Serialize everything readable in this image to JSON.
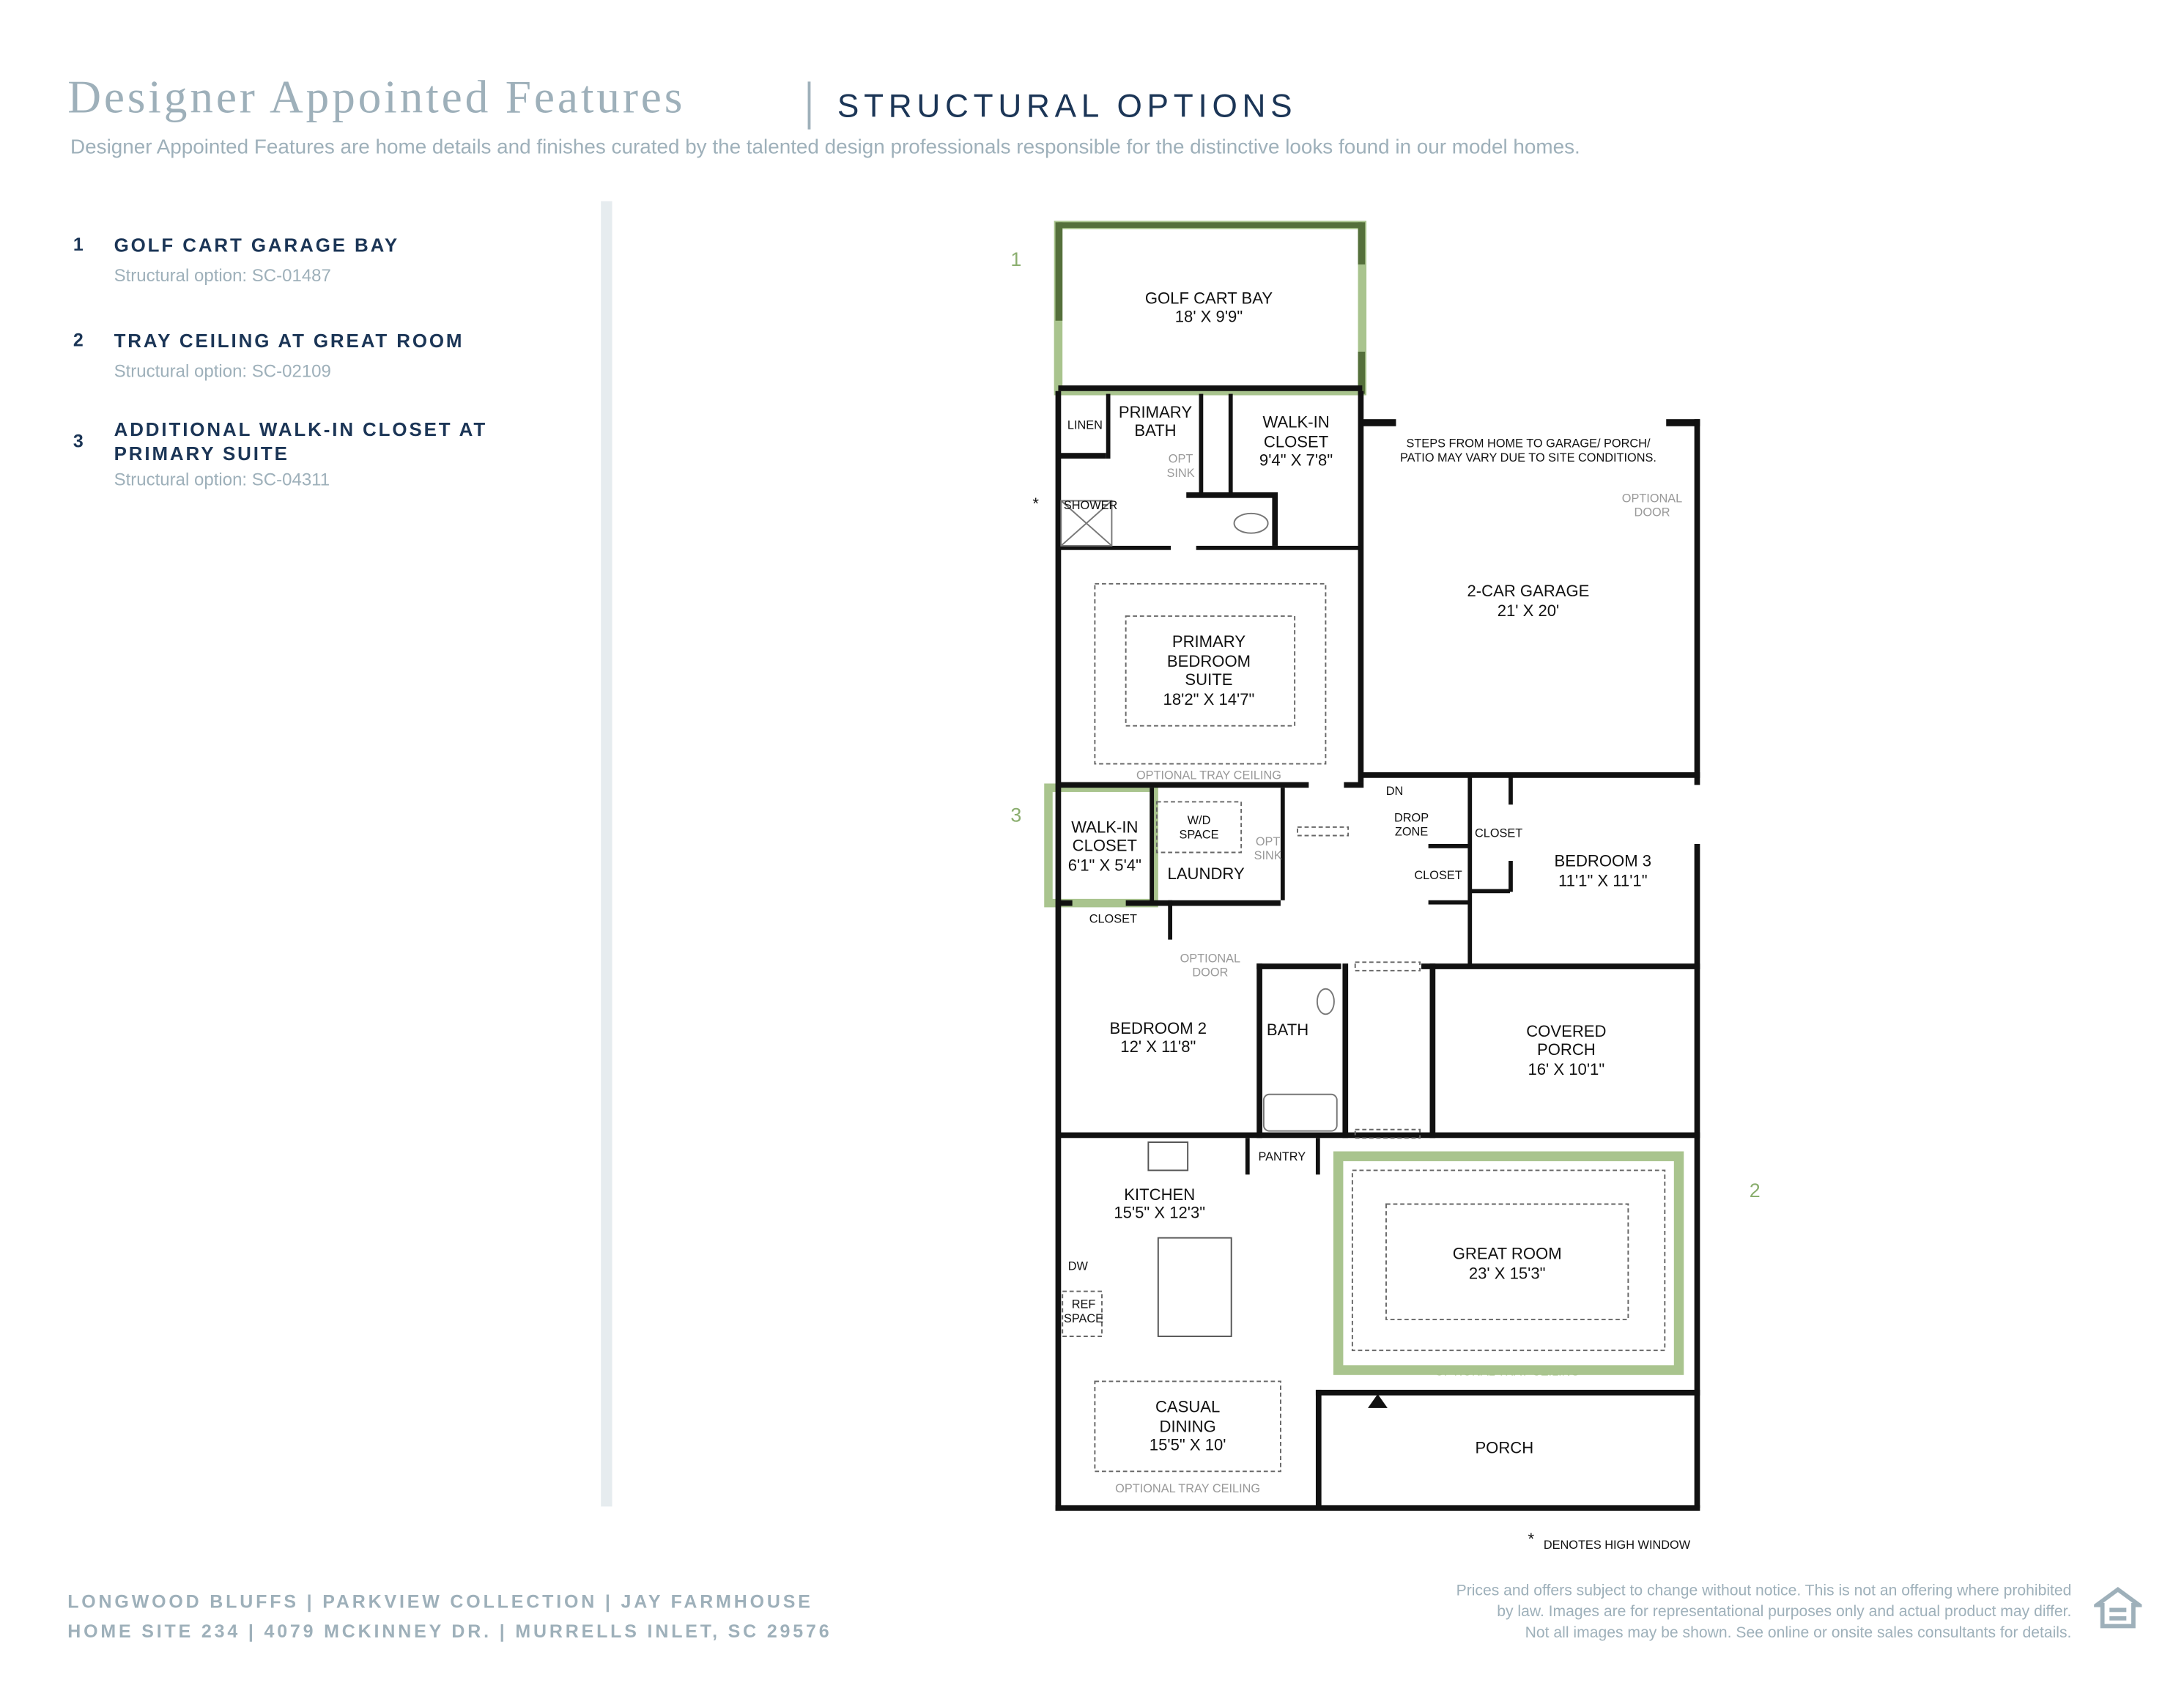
{
  "header": {
    "title": "Designer Appointed Features",
    "subtitle": "STRUCTURAL OPTIONS",
    "description": "Designer Appointed Features are home details and finishes curated by the talented design professionals responsible for the distinctive looks found in our model homes."
  },
  "options": [
    {
      "number": "1",
      "name": "GOLF CART GARAGE BAY",
      "code": "Structural option: SC-01487"
    },
    {
      "number": "2",
      "name": "TRAY CEILING AT GREAT ROOM",
      "code": "Structural option: SC-02109"
    },
    {
      "number": "3",
      "name": "ADDITIONAL WALK-IN CLOSET AT PRIMARY SUITE",
      "code": "Structural option: SC-04311"
    }
  ],
  "plan": {
    "golf_cart": [
      "GOLF CART BAY",
      "18' X 9'9\""
    ],
    "primary_bath": [
      "PRIMARY",
      "BATH"
    ],
    "linen": "LINEN",
    "opt_sink": [
      "OPT",
      "SINK"
    ],
    "walkin1": [
      "WALK-IN",
      "CLOSET",
      "9'4\" X 7'8\""
    ],
    "steps_note": [
      "STEPS FROM HOME TO GARAGE/ PORCH/",
      "PATIO MAY VARY DUE TO SITE CONDITIONS."
    ],
    "optional_door": [
      "OPTIONAL",
      "DOOR"
    ],
    "shower": "SHOWER",
    "asterisk": "*",
    "garage": [
      "2-CAR GARAGE",
      "21' X 20'"
    ],
    "primary_bed": [
      "PRIMARY",
      "BEDROOM",
      "SUITE",
      "18'2\" X 14'7\""
    ],
    "tray": "OPTIONAL TRAY CEILING",
    "walkin2": [
      "WALK-IN",
      "CLOSET",
      "6'1\" X 5'4\""
    ],
    "wd": [
      "W/D",
      "SPACE"
    ],
    "laundry": "LAUNDRY",
    "dn": "DN",
    "drop_zone": [
      "DROP",
      "ZONE"
    ],
    "closet": "CLOSET",
    "bedroom3": [
      "BEDROOM 3",
      "11'1\" X 11'1\""
    ],
    "bedroom2": [
      "BEDROOM 2",
      "12' X 11'8\""
    ],
    "bath": "BATH",
    "covered_porch": [
      "COVERED",
      "PORCH",
      "16' X 10'1\""
    ],
    "pantry": "PANTRY",
    "kitchen": [
      "KITCHEN",
      "15'5\" X 12'3\""
    ],
    "dw": "DW",
    "ref": [
      "REF",
      "SPACE"
    ],
    "great_room": [
      "GREAT ROOM",
      "23' X 15'3\""
    ],
    "casual_dining": [
      "CASUAL",
      "DINING",
      "15'5\" X 10'"
    ],
    "porch": "PORCH",
    "note": "DENOTES HIGH WINDOW",
    "markers": [
      "1",
      "2",
      "3"
    ],
    "highlight_color": "#a9c48e",
    "highlight_dark": "#55703b"
  },
  "footer": {
    "line1": "LONGWOOD BLUFFS  |  PARKVIEW COLLECTION  |  JAY FARMHOUSE",
    "line2": "HOME SITE 234  |  4079 MCKINNEY DR.  |  MURRELLS INLET, SC 29576",
    "legal": [
      "Prices and offers subject to change without notice. This is not an offering where prohibited",
      "by law. Images are for representational purposes only and actual product may differ.",
      "Not all images may be shown. See online or onsite sales consultants for details."
    ],
    "logo_text": "EQUAL HOUSING OPPORTUNITY"
  }
}
